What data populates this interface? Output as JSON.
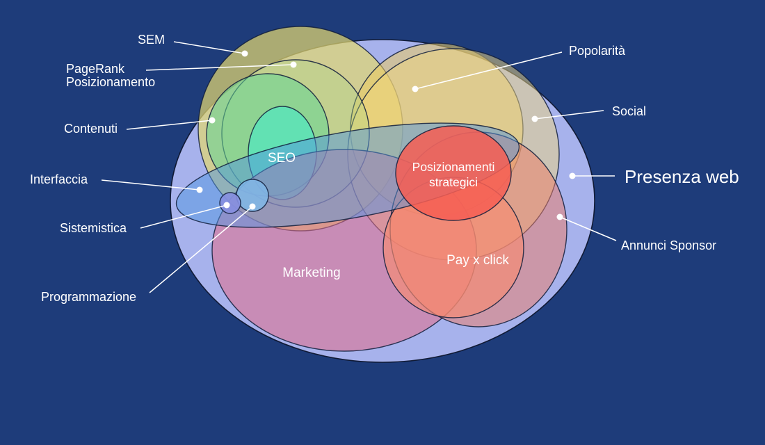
{
  "colors": {
    "background": "#1e3c7a",
    "outline": "#121e3c",
    "leader_line": "#ffffff",
    "label_text": "#ffffff"
  },
  "regions": {
    "presenza_web": {
      "label": "Presenza web",
      "fill": "#a7b2ec"
    },
    "sem": {
      "label": "SEM",
      "fill": "rgba(226,215,112,0.72)"
    },
    "popolarita": {
      "label": "Popolarità",
      "fill": "rgba(236,204,98,0.55)"
    },
    "social": {
      "label": "Social",
      "fill": "rgba(240,214,126,0.50)"
    },
    "pagerank_posizionamento": {
      "label_line1": "PageRank",
      "label_line2": "Posizionamento",
      "fill": "rgba(168,214,138,0.35)"
    },
    "contenuti": {
      "label": "Contenuti",
      "fill": "rgba(98,214,150,0.55)"
    },
    "seo": {
      "label": "SEO",
      "fill": "rgba(68,234,204,0.58)"
    },
    "marketing": {
      "label": "Marketing",
      "fill": "rgba(228,110,138,0.55)"
    },
    "annunci_sponsor": {
      "label": "Annunci Sponsor",
      "fill": "rgba(240,124,100,0.50)"
    },
    "pay_x_click": {
      "label": "Pay x click",
      "fill": "rgba(248,140,114,0.66)"
    },
    "interfaccia": {
      "label": "Interfaccia",
      "fill": "rgba(82,150,224,0.50)"
    },
    "programmazione": {
      "label": "Programmazione",
      "fill": "rgba(128,183,232,0.85)"
    },
    "sistemistica": {
      "label": "Sistemistica",
      "fill": "rgba(134,143,224,0.90)"
    },
    "posizionamenti_strategici": {
      "label_line1": "Posizionamenti",
      "label_line2": "strategici",
      "fill": "rgba(246,94,84,0.86)"
    }
  }
}
